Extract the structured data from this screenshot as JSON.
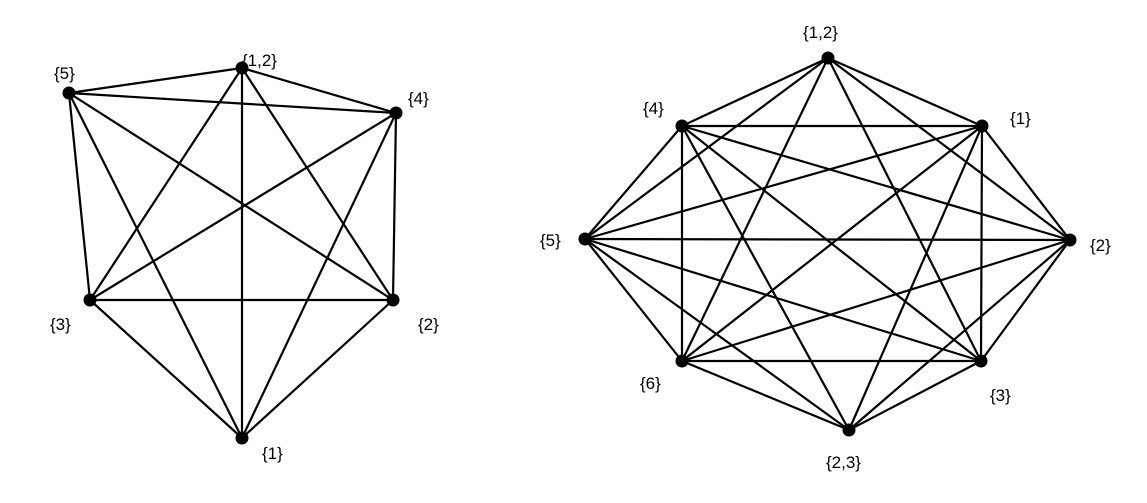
{
  "colors": {
    "background": "#ffffff",
    "ink": "#000000"
  },
  "graphs": [
    {
      "id": "left",
      "vertices": [
        {
          "id": "v12",
          "label": "{1,2}"
        },
        {
          "id": "v5",
          "label": "{5}"
        },
        {
          "id": "v4",
          "label": "{4}"
        },
        {
          "id": "v3",
          "label": "{3}"
        },
        {
          "id": "v2",
          "label": "{2}"
        },
        {
          "id": "v1",
          "label": "{1}"
        }
      ],
      "edges": [
        [
          "v12",
          "v5"
        ],
        [
          "v12",
          "v4"
        ],
        [
          "v12",
          "v3"
        ],
        [
          "v12",
          "v2"
        ],
        [
          "v12",
          "v1"
        ],
        [
          "v5",
          "v4"
        ],
        [
          "v5",
          "v3"
        ],
        [
          "v5",
          "v2"
        ],
        [
          "v5",
          "v1"
        ],
        [
          "v4",
          "v3"
        ],
        [
          "v4",
          "v2"
        ],
        [
          "v4",
          "v1"
        ],
        [
          "v3",
          "v2"
        ],
        [
          "v3",
          "v1"
        ],
        [
          "v2",
          "v1"
        ]
      ]
    },
    {
      "id": "right",
      "vertices": [
        {
          "id": "v12",
          "label": "{1,2}"
        },
        {
          "id": "v1",
          "label": "{1}"
        },
        {
          "id": "v2",
          "label": "{2}"
        },
        {
          "id": "v3",
          "label": "{3}"
        },
        {
          "id": "v23",
          "label": "{2,3}"
        },
        {
          "id": "v6",
          "label": "{6}"
        },
        {
          "id": "v5",
          "label": "{5}"
        },
        {
          "id": "v4",
          "label": "{4}"
        }
      ],
      "edges": [
        [
          "v12",
          "v1"
        ],
        [
          "v12",
          "v2"
        ],
        [
          "v12",
          "v3"
        ],
        [
          "v12",
          "v6"
        ],
        [
          "v12",
          "v5"
        ],
        [
          "v12",
          "v4"
        ],
        [
          "v1",
          "v2"
        ],
        [
          "v1",
          "v3"
        ],
        [
          "v1",
          "v23"
        ],
        [
          "v1",
          "v6"
        ],
        [
          "v1",
          "v5"
        ],
        [
          "v1",
          "v4"
        ],
        [
          "v2",
          "v3"
        ],
        [
          "v2",
          "v23"
        ],
        [
          "v2",
          "v6"
        ],
        [
          "v2",
          "v5"
        ],
        [
          "v2",
          "v4"
        ],
        [
          "v3",
          "v23"
        ],
        [
          "v3",
          "v6"
        ],
        [
          "v3",
          "v5"
        ],
        [
          "v3",
          "v4"
        ],
        [
          "v23",
          "v6"
        ],
        [
          "v23",
          "v5"
        ],
        [
          "v23",
          "v4"
        ],
        [
          "v6",
          "v5"
        ],
        [
          "v6",
          "v4"
        ],
        [
          "v5",
          "v4"
        ]
      ]
    }
  ]
}
